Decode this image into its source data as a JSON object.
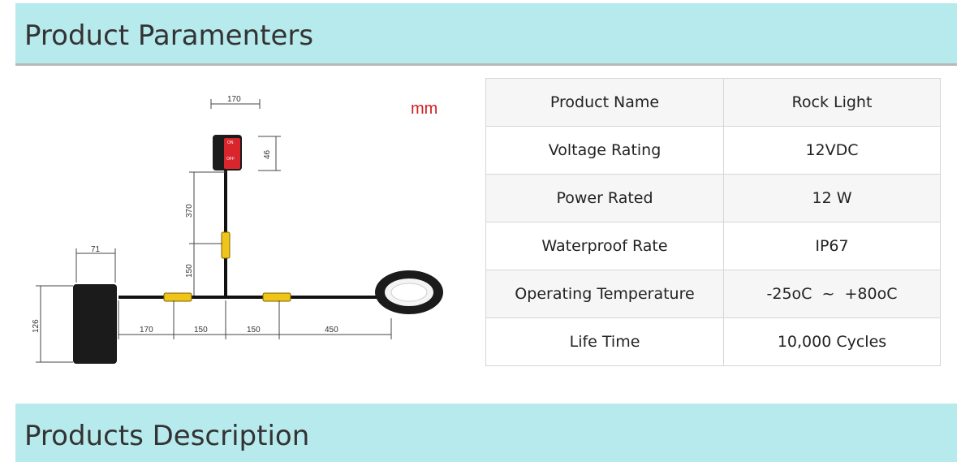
{
  "sections": {
    "parameters_title": "Product Paramenters",
    "description_title": "Products Description"
  },
  "diagram": {
    "unit_label": "mm",
    "unit_color": "#d22020",
    "dimensions": {
      "switch_width": "170",
      "switch_height": "46",
      "vertical_total": "370",
      "vertical_lower": "150",
      "box_width": "71",
      "box_height": "126",
      "seg_box": "170",
      "seg_a": "150",
      "seg_b": "150",
      "seg_light": "450"
    },
    "switch_on": "ON",
    "switch_off": "OFF"
  },
  "specs": [
    {
      "label": "Product Name",
      "value": "Rock Light"
    },
    {
      "label": "Voltage Rating",
      "value": "12VDC"
    },
    {
      "label": "Power Rated",
      "value": "12 W"
    },
    {
      "label": "Waterproof Rate",
      "value": "IP67"
    },
    {
      "label": "Operating Temperature",
      "value": "-25oC  ~  +80oC"
    },
    {
      "label": "Life Time",
      "value": "10,000 Cycles"
    }
  ],
  "colors": {
    "header_bg": "#b7eaed",
    "connector": "#f0c419",
    "switch_red": "#d8262c"
  }
}
